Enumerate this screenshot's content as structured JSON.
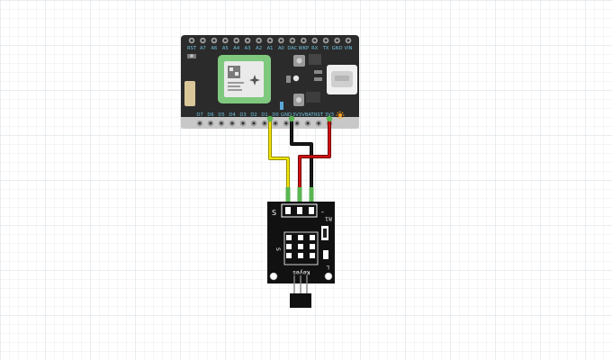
{
  "colors": {
    "grid_minor": "#e8ecf1",
    "grid_major": "#d4dbe3",
    "board": "#2b2b2b",
    "module_pcb": "#111111",
    "pin_label": "#6fc3df",
    "wire_signal": "#f2e600",
    "wire_ground": "#111111",
    "wire_power": "#cc1111",
    "antenna_green": "#7fc97f",
    "header_green": "#5ab552"
  },
  "controller": {
    "top_pins": [
      "RST",
      "A7",
      "A6",
      "A5",
      "A4",
      "A3",
      "A2",
      "A1",
      "A0",
      "DAC",
      "WKP",
      "RX",
      "TX",
      "GND",
      "VIN"
    ],
    "bottom_pins": [
      "D7",
      "D6",
      "D5",
      "D4",
      "D3",
      "D2",
      "D1",
      "D0",
      "GND",
      "3V3",
      "VBAT",
      "RST",
      "3V3"
    ],
    "icons": [
      "wifi-module-icon",
      "particle-star-icon",
      "usb-port-icon",
      "setup-button-icon",
      "reset-button-icon",
      "rgb-led-icon",
      "u-fl-antenna-icon"
    ]
  },
  "sensor": {
    "signal_label": "S",
    "minus_label": "-",
    "resistor_label": "R1",
    "silk_mid_label": "S",
    "brand_label": "Keyes",
    "side_label": "L",
    "icons": [
      "temperature-sensor-icon",
      "header-pin-icon"
    ]
  },
  "wires": [
    {
      "name": "signal",
      "color": "yellow"
    },
    {
      "name": "ground",
      "color": "black"
    },
    {
      "name": "power",
      "color": "red"
    }
  ]
}
